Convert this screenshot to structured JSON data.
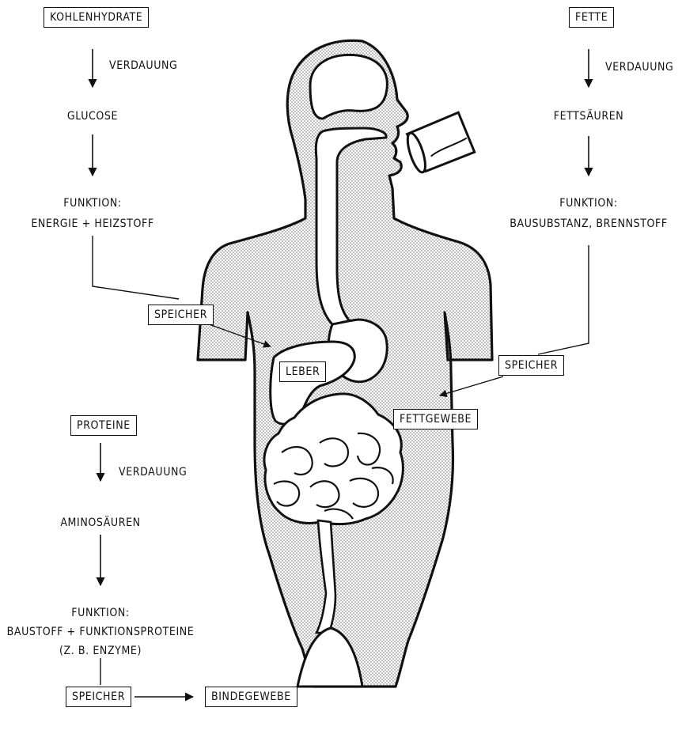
{
  "carbs": {
    "title": "KOHLENHYDRATE",
    "digestion": "VERDAUUNG",
    "product": "GLUCOSE",
    "function_label": "FUNKTION:",
    "function_text": "ENERGIE + HEIZSTOFF",
    "storage": "SPEICHER",
    "storage_target": "LEBER"
  },
  "fats": {
    "title": "FETTE",
    "digestion": "VERDAUUNG",
    "product": "FETTSÄUREN",
    "function_label": "FUNKTION:",
    "function_text": "BAUSUBSTANZ, BRENNSTOFF",
    "storage": "SPEICHER",
    "storage_target": "FETTGEWEBE"
  },
  "proteins": {
    "title": "PROTEINE",
    "digestion": "VERDAUUNG",
    "product": "AMINOSÄUREN",
    "function_label": "FUNKTION:",
    "function_text": "BAUSTOFF + FUNKTIONSPROTEINE",
    "function_note": "(Z. B. ENZYME)",
    "storage": "SPEICHER",
    "storage_target": "BINDEGEWEBE"
  }
}
